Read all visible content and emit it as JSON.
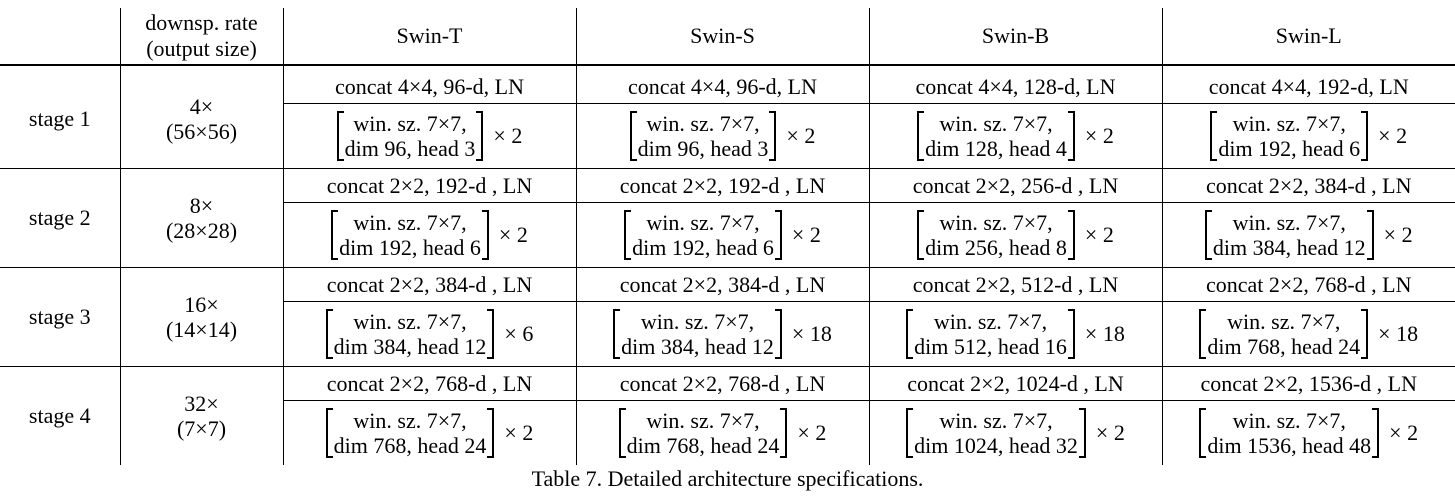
{
  "header": {
    "rate_line1": "downsp. rate",
    "rate_line2": "(output size)",
    "models": [
      "Swin-T",
      "Swin-S",
      "Swin-B",
      "Swin-L"
    ]
  },
  "stages": [
    {
      "label": "stage 1",
      "rate": "4×",
      "size": "(56×56)",
      "cells": [
        {
          "concat": "concat 4×4, 96-d, LN",
          "line1": "win. sz. 7×7,",
          "line2": "dim 96, head 3",
          "mult": "× 2"
        },
        {
          "concat": "concat 4×4, 96-d, LN",
          "line1": "win. sz. 7×7,",
          "line2": "dim 96, head 3",
          "mult": "× 2"
        },
        {
          "concat": "concat 4×4, 128-d, LN",
          "line1": "win. sz. 7×7,",
          "line2": "dim 128, head 4",
          "mult": "× 2"
        },
        {
          "concat": "concat 4×4, 192-d, LN",
          "line1": "win. sz. 7×7,",
          "line2": "dim 192, head 6",
          "mult": "× 2"
        }
      ]
    },
    {
      "label": "stage 2",
      "rate": "8×",
      "size": "(28×28)",
      "cells": [
        {
          "concat": "concat 2×2, 192-d , LN",
          "line1": "win. sz. 7×7,",
          "line2": "dim 192, head 6",
          "mult": "× 2"
        },
        {
          "concat": "concat 2×2, 192-d , LN",
          "line1": "win. sz. 7×7,",
          "line2": "dim 192, head 6",
          "mult": "× 2"
        },
        {
          "concat": "concat 2×2, 256-d , LN",
          "line1": "win. sz. 7×7,",
          "line2": "dim 256, head 8",
          "mult": "× 2"
        },
        {
          "concat": "concat 2×2, 384-d , LN",
          "line1": "win. sz. 7×7,",
          "line2": "dim 384, head 12",
          "mult": "× 2"
        }
      ]
    },
    {
      "label": "stage 3",
      "rate": "16×",
      "size": "(14×14)",
      "cells": [
        {
          "concat": "concat 2×2, 384-d , LN",
          "line1": "win. sz. 7×7,",
          "line2": "dim 384, head 12",
          "mult": "× 6"
        },
        {
          "concat": "concat 2×2, 384-d , LN",
          "line1": "win. sz. 7×7,",
          "line2": "dim 384, head 12",
          "mult": "× 18"
        },
        {
          "concat": "concat 2×2, 512-d , LN",
          "line1": "win. sz. 7×7,",
          "line2": "dim 512, head 16",
          "mult": "× 18"
        },
        {
          "concat": "concat 2×2, 768-d , LN",
          "line1": "win. sz. 7×7,",
          "line2": "dim 768, head 24",
          "mult": "× 18"
        }
      ]
    },
    {
      "label": "stage 4",
      "rate": "32×",
      "size": "(7×7)",
      "cells": [
        {
          "concat": "concat 2×2, 768-d , LN",
          "line1": "win. sz. 7×7,",
          "line2": "dim 768, head 24",
          "mult": "× 2"
        },
        {
          "concat": "concat 2×2, 768-d , LN",
          "line1": "win. sz. 7×7,",
          "line2": "dim 768, head 24",
          "mult": "× 2"
        },
        {
          "concat": "concat 2×2, 1024-d , LN",
          "line1": "win. sz. 7×7,",
          "line2": "dim 1024, head 32",
          "mult": "× 2"
        },
        {
          "concat": "concat 2×2, 1536-d , LN",
          "line1": "win. sz. 7×7,",
          "line2": "dim 1536, head 48",
          "mult": "× 2"
        }
      ]
    }
  ],
  "caption": "Table 7. Detailed architecture specifications."
}
